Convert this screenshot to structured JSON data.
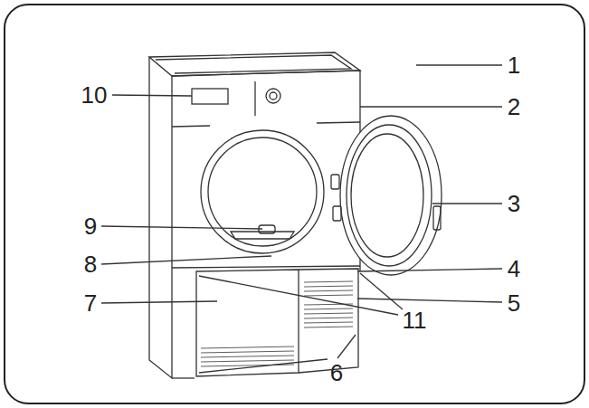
{
  "diagram": {
    "labels": [
      "1",
      "10",
      "2",
      "3",
      "9",
      "8",
      "4",
      "7",
      "5",
      "11",
      "6"
    ]
  }
}
